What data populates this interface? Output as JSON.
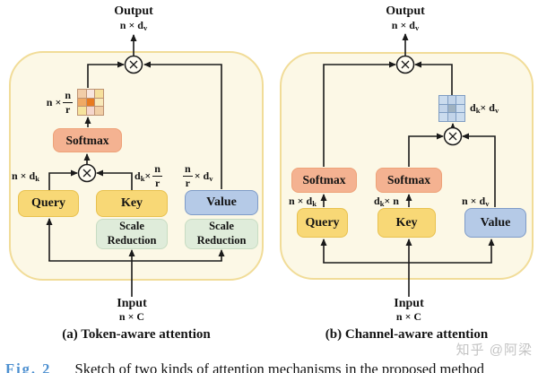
{
  "colors": {
    "panel_fill": "#FCF8E6",
    "panel_border": "#F1DC98",
    "qk_fill": "#F8D876",
    "qk_border": "#E8C14E",
    "value_fill": "#B5CAE7",
    "value_border": "#7E9BC8",
    "softmax_fill": "#F4B291",
    "softmax_border": "#EEA278",
    "scale_fill": "#DFECDA",
    "scale_border": "#C7DCC2",
    "fig_tag_blue": "#4C8FD0",
    "wire_black": "#1a1a1a",
    "left_matrix_grid": "#BD9273",
    "right_matrix_grid": "#7F9DC2"
  },
  "panel_a": {
    "caption": "(a) Token-aware attention",
    "output_label": "Output",
    "output_dim": {
      "pre": "n × d",
      "sub": "v"
    },
    "input_label": "Input",
    "input_dim": "n × C",
    "softmax": "Softmax",
    "query": "Query",
    "key": "Key",
    "value": "Value",
    "scale_reduction": {
      "line1": "Scale",
      "line2": "Reduction"
    },
    "dims": {
      "query": {
        "pre": "n × d",
        "sub": "k"
      },
      "key": {
        "pre": "d",
        "sub": "k",
        "times": " × ",
        "num": "n",
        "den": "r"
      },
      "value": {
        "num": "n",
        "den": "r",
        "times": " × d",
        "sub": "v"
      },
      "attention": {
        "pre": "n × ",
        "num": "n",
        "den": "r"
      }
    },
    "matrix_cells": [
      "#F2CDA8",
      "#F8E6DE",
      "#F6E09C",
      "#EFA965",
      "#E87A1F",
      "#F8E9B9",
      "#F6E39C",
      "#F5D6CC",
      "#F1CFA6"
    ]
  },
  "panel_b": {
    "caption": "(b) Channel-aware attention",
    "output_label": "Output",
    "output_dim": {
      "pre": "n × d",
      "sub": "v"
    },
    "input_label": "Input",
    "input_dim": "n × C",
    "softmax_q": "Softmax",
    "softmax_k": "Softmax",
    "query": "Query",
    "key": "Key",
    "value": "Value",
    "dims": {
      "query": {
        "pre": "n × d",
        "sub": "k"
      },
      "key": {
        "pre": "d",
        "sub": "k",
        "post": " × n"
      },
      "value": {
        "pre": "n × d",
        "sub": "v"
      },
      "attention": {
        "pre": "d",
        "sub1": "k",
        "times": " × d",
        "sub2": "v"
      }
    },
    "matrix_cells": [
      "#CBDCEE",
      "#C2D4E9",
      "#CBDCEE",
      "#C2D4E9",
      "#9FB2C1",
      "#CBDCEE",
      "#CBDCEE",
      "#C2D4E9",
      "#CBDCEE"
    ]
  },
  "figure_caption": {
    "tag": "Fig. 2",
    "text": "Sketch of two kinds of attention mechanisms in the proposed method"
  },
  "watermark": "知乎 @阿梁"
}
